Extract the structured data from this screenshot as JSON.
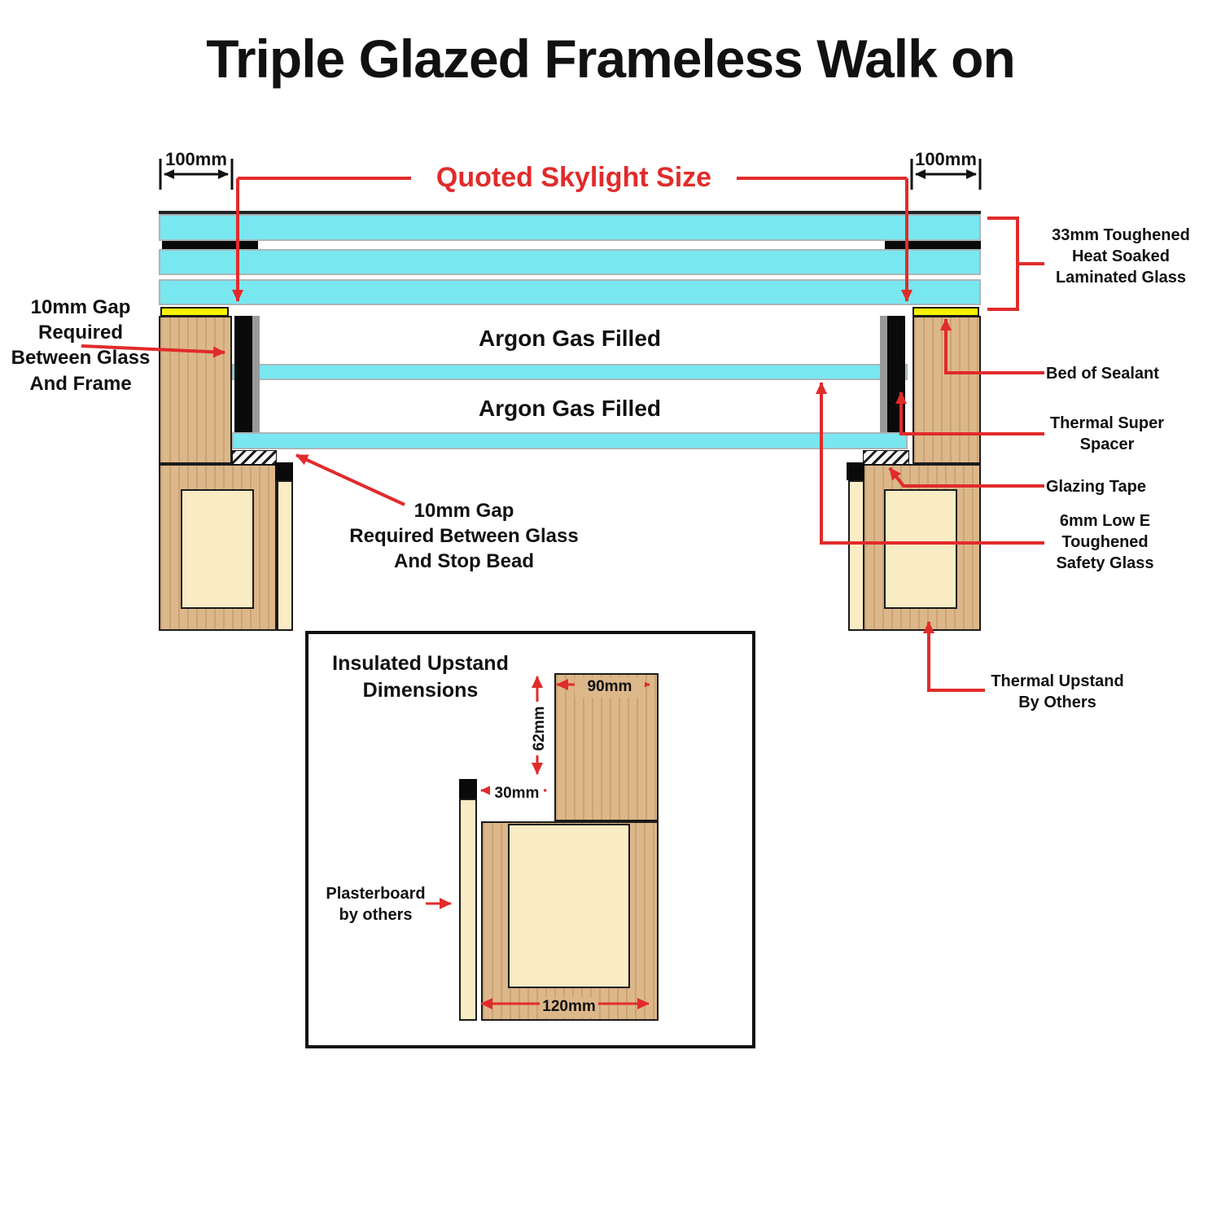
{
  "title": "Triple Glazed Frameless Walk on",
  "diagram": {
    "dim_left": "100mm",
    "dim_right": "100mm",
    "quoted_size": "Quoted Skylight Size",
    "argon_top": "Argon Gas Filled",
    "argon_bottom": "Argon Gas Filled",
    "callouts": {
      "laminated_glass": "33mm Toughened\nHeat Soaked\nLaminated Glass",
      "gap_frame": "10mm Gap\nRequired\nBetween Glass\nAnd Frame",
      "bed_of_sealant": "Bed of Sealant",
      "thermal_super_spacer": "Thermal Super\nSpacer",
      "glazing_tape": "Glazing Tape",
      "low_e_glass": "6mm Low E\nToughened\nSafety Glass",
      "gap_stop_bead": "10mm Gap\nRequired Between Glass\nAnd Stop Bead",
      "thermal_upstand": "Thermal Upstand\nBy Others"
    }
  },
  "inset": {
    "title": "Insulated Upstand\nDimensions",
    "dims": {
      "top_width": "90mm",
      "step_height": "62mm",
      "step_offset": "30mm",
      "base_width": "120mm"
    },
    "plasterboard": "Plasterboard\nby others"
  },
  "colors": {
    "glass_cyan": "#79e7f0",
    "wood_tan": "#dcb78a",
    "panel_cream": "#faecc4",
    "sealant_yellow": "#f7f402",
    "annotation_red": "#e12b2b",
    "ink_black": "#111111"
  }
}
